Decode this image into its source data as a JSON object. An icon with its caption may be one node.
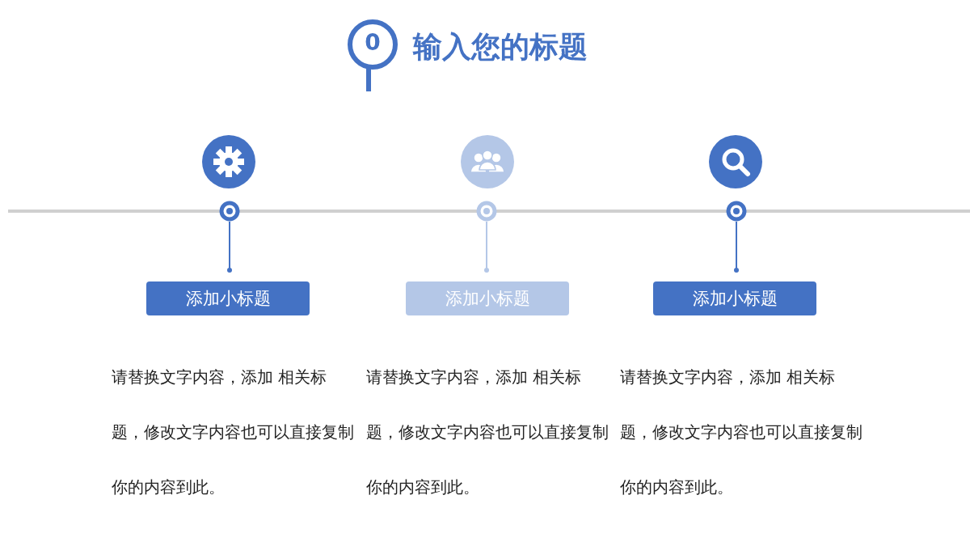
{
  "diagram": {
    "title": "输入您的标题",
    "nodes": [
      {
        "text": [],
        "shape": "circle"
      },
      {
        "text": [],
        "shape": "circle"
      },
      {
        "text": [],
        "shape": "circle"
      },
      {
        "text": [
          "添加小标题"
        ]
      },
      {
        "text": [
          "添加小标题"
        ]
      },
      {
        "text": [
          "添加小标题"
        ]
      }
    ],
    "edges": [
      {
        "from": 0,
        "to": 3,
        "arrow": "other"
      },
      {
        "from": 1,
        "to": 4,
        "arrow": "other",
        "color": "#b4c7e7"
      },
      {
        "from": 2,
        "to": 5,
        "arrow": "other"
      }
    ],
    "labels": [
      "0",
      "请替换文字内容，添加 相关标题，修改文字内容也可以直接复制你的内容到此。",
      "请替换文字内容，添加 相关标题，修改文字内容也可以直接复制你的内容到此。",
      "请替换文字内容，添加 相关标题，修改文字内容也可以直接复制你的内容到此。"
    ]
  }
}
